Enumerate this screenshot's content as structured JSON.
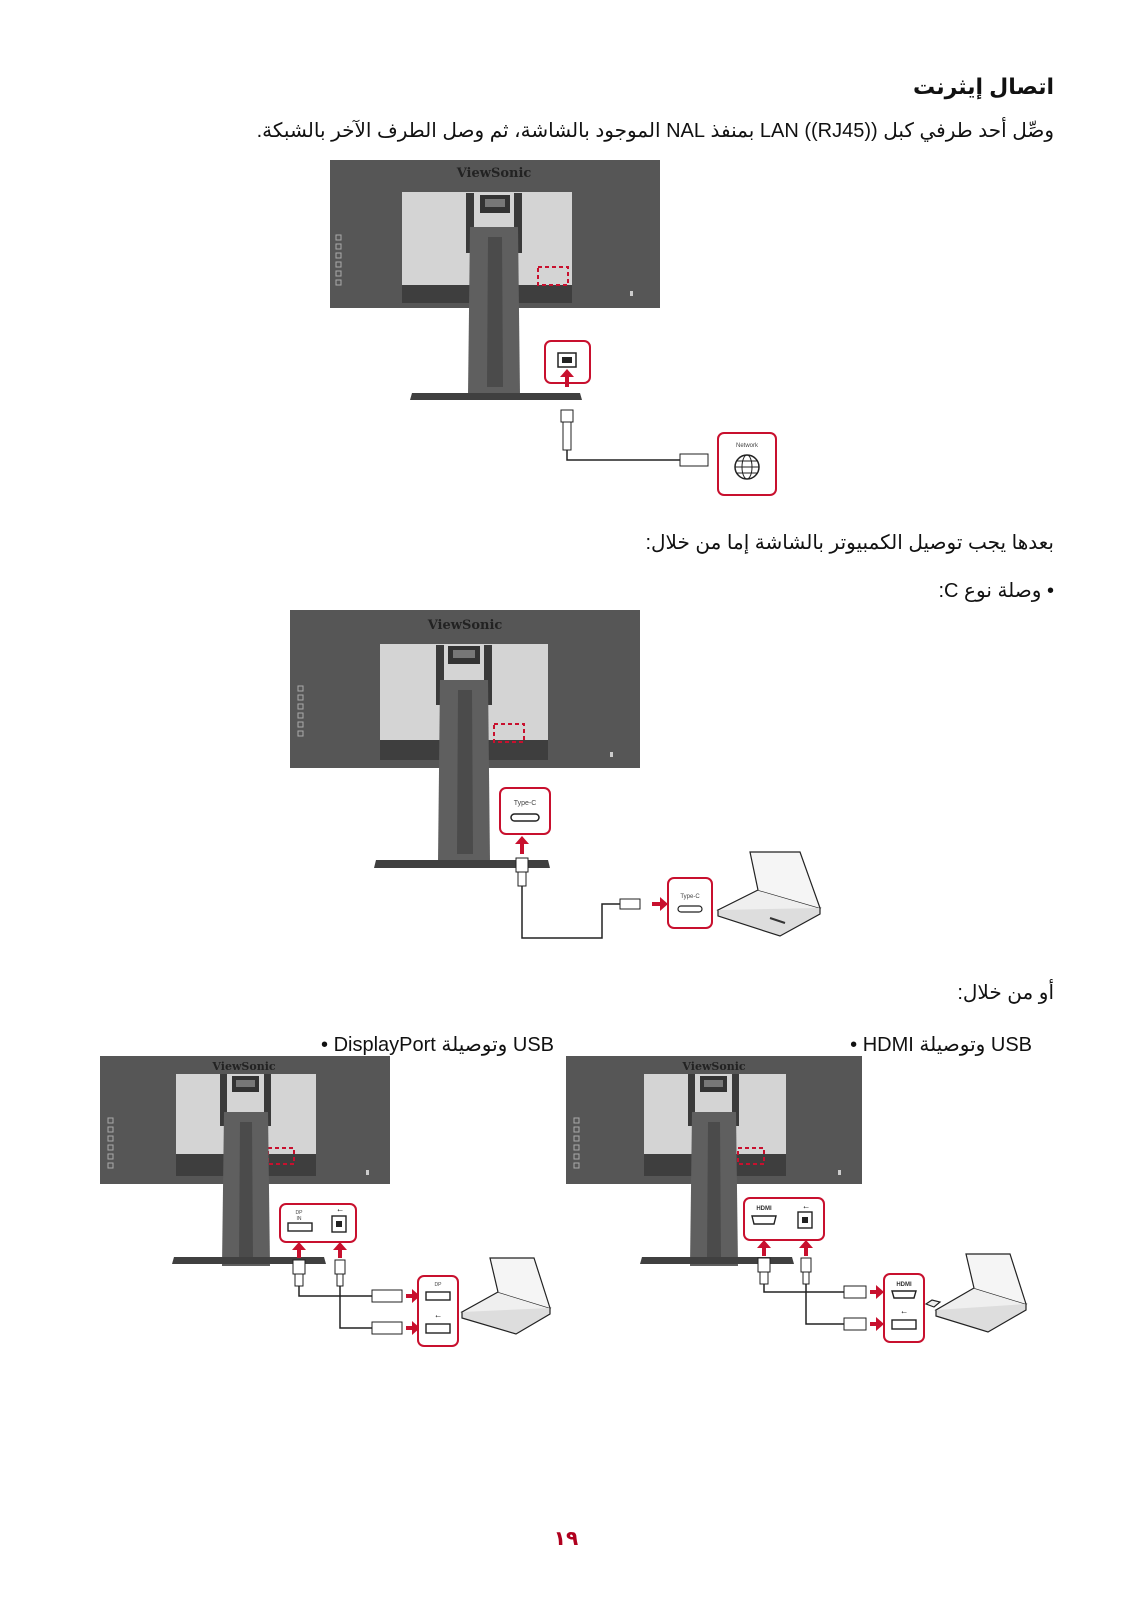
{
  "section": {
    "title": "اتصال إيثرنت",
    "instruction": "وصِّل أحد طرفي كبل LAN ((RJ45)) بمنفذ NAL الموجود بالشاشة، ثم وصل الطرف الآخر بالشبكة."
  },
  "afterwards": "بعدها يجب توصيل الكمبيوتر بالشاشة إما من خلال:",
  "bullets": {
    "typec": "وصلة نوع C:",
    "or": "أو من خلال:",
    "hdmi": "HDMI وتوصيلة USB",
    "displayport": "DisplayPort وتوصيلة USB"
  },
  "diagram_labels": {
    "brand": "ViewSonic",
    "network": "Network",
    "type_c": "Type-C",
    "dp": "DP",
    "dp_in": "IN",
    "hdmi": "HDMI",
    "usb": "⭠"
  },
  "colors": {
    "accent": "#c8102e",
    "monitor": "#565656",
    "panel": "#d6d6d6",
    "stand": "#5f5f5f"
  },
  "page_number": "١٩"
}
